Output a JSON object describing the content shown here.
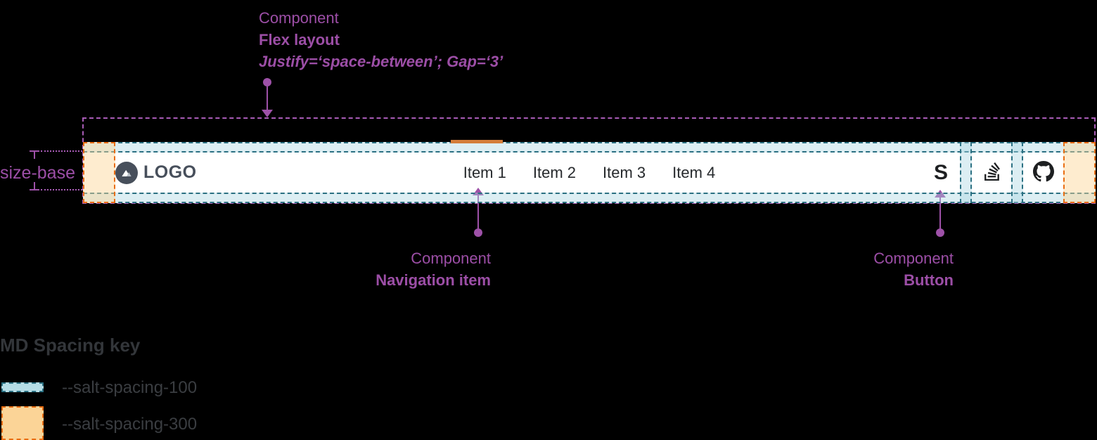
{
  "annotations": {
    "flex_layout": {
      "line1": "Component",
      "line2": "Flex layout",
      "line3": "Justify=‘space-between’; Gap=‘3’"
    },
    "size_base": {
      "label": "size-base"
    },
    "navigation_item": {
      "line1": "Component",
      "line2": "Navigation item"
    },
    "button": {
      "line1": "Component",
      "line2": "Button"
    }
  },
  "navbar": {
    "logo_text": "LOGO",
    "items": [
      {
        "label": "Item 1",
        "active": true
      },
      {
        "label": "Item 2",
        "active": false
      },
      {
        "label": "Item 3",
        "active": false
      },
      {
        "label": "Item 4",
        "active": false
      }
    ],
    "buttons": [
      {
        "icon": "salt-s-icon",
        "glyph": "S"
      },
      {
        "icon": "stackoverflow-icon"
      },
      {
        "icon": "github-icon"
      }
    ]
  },
  "legend": {
    "title": "MD Spacing key",
    "entries": [
      {
        "swatch": "spacing-100",
        "label": "--salt-spacing-100"
      },
      {
        "swatch": "spacing-300",
        "label": "--salt-spacing-300"
      }
    ]
  },
  "colors": {
    "annotation_purple": "#9c4ea6",
    "spacing_100_teal_border": "#2a7082",
    "spacing_100_fill": "#b5dde6",
    "spacing_300_orange_border": "#e96d12",
    "spacing_300_fill": "#fbd497",
    "active_indicator_orange": "#d47d3a",
    "navbar_background": "#ffffff",
    "logo_slate": "#474f5b",
    "background": "#000000"
  }
}
